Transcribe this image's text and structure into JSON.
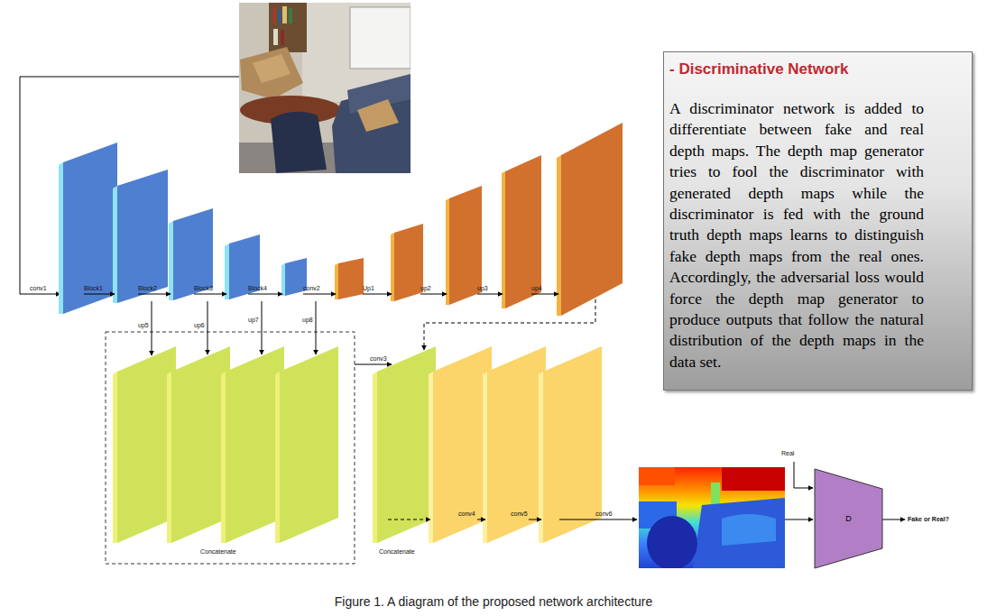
{
  "diagram": {
    "caption": "Figure 1. A diagram of the proposed network architecture",
    "nodes": [
      {
        "text": [
          "- Discriminative Network",
          "A discriminator network is added to differentiate between fake and real depth maps. The depth map generator tries to fool the discriminator with generated depth maps while the discriminator is fed with the ground truth depth maps learns to distinguish fake depth maps from the real ones. Accordingly, the adversarial loss would force the depth map generator to produce outputs that follow the natural distribution of the depth maps in the data set."
        ]
      },
      {
        "text": [
          "D"
        ]
      }
    ],
    "labels": [
      "conv1",
      "Block1",
      "Block2",
      "Block3",
      "Block4",
      "conv2",
      "Up1",
      "up2",
      "up3",
      "up4",
      "up5",
      "up6",
      "up7",
      "up8",
      "conv3",
      "Concatenate",
      "conv4",
      "conv5",
      "conv6",
      "Concatenate",
      "Real",
      "Fake or Real?"
    ]
  }
}
